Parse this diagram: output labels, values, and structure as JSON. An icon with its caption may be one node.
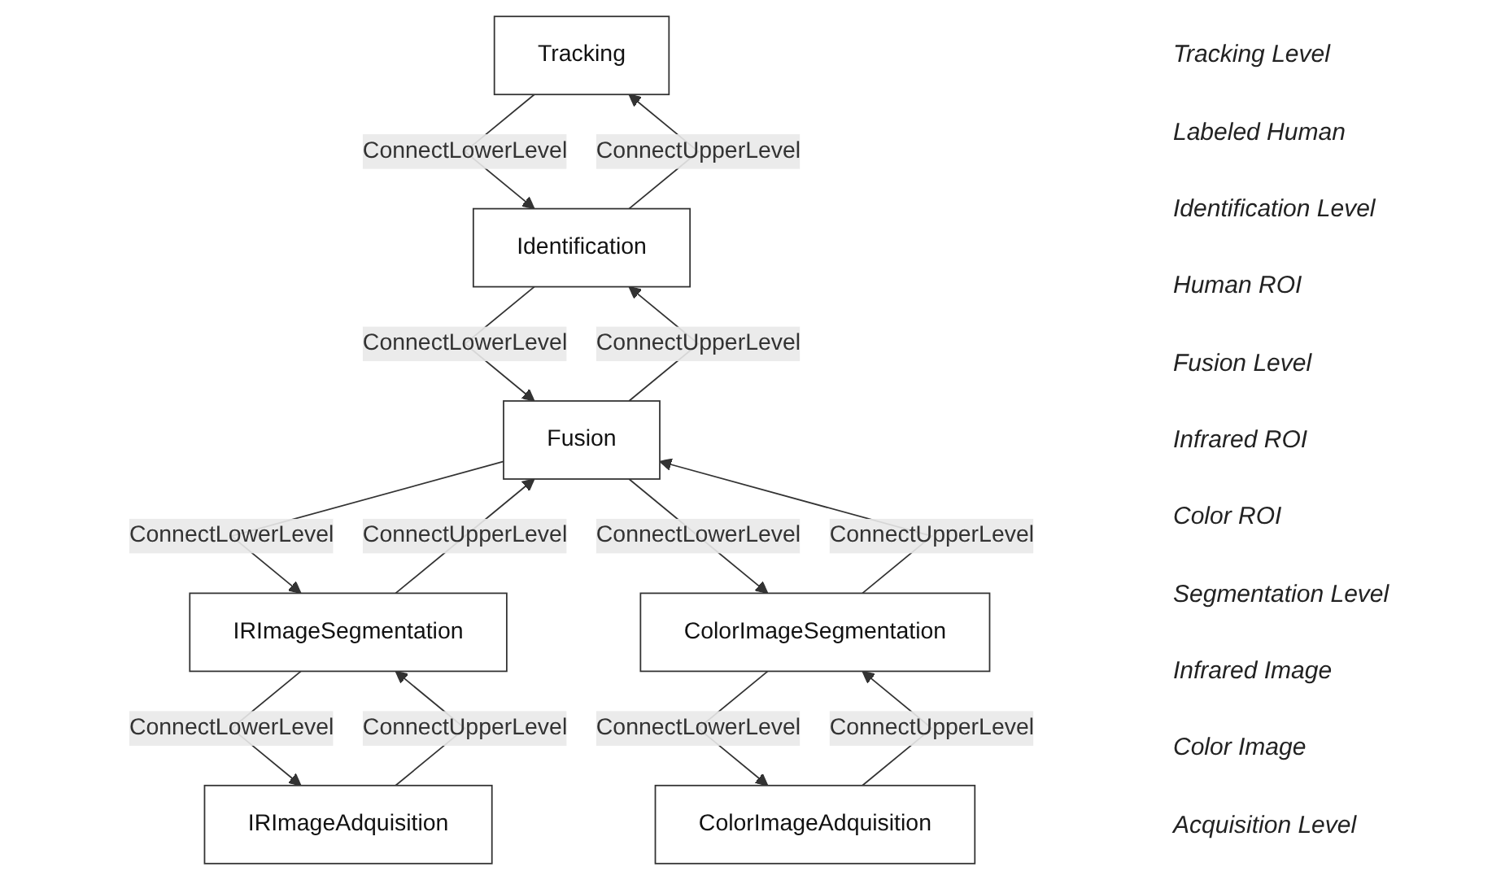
{
  "diagram": {
    "nodes": [
      {
        "text": [
          "Tracking"
        ]
      },
      {
        "text": [
          "Identification"
        ]
      },
      {
        "text": [
          "Fusion"
        ]
      },
      {
        "text": [
          "IRImageSegmentation"
        ]
      },
      {
        "text": [
          "ColorImageSegmentation"
        ]
      },
      {
        "text": [
          "IRImageAdquisition"
        ]
      },
      {
        "text": [
          "ColorImageAdquisition"
        ]
      }
    ],
    "edges": [
      {
        "from": 0,
        "to": 1,
        "arrow": "to",
        "label": "ConnectLowerLevel"
      },
      {
        "from": 1,
        "to": 0,
        "arrow": "to",
        "label": "ConnectUpperLevel"
      },
      {
        "from": 1,
        "to": 2,
        "arrow": "to",
        "label": "ConnectLowerLevel"
      },
      {
        "from": 2,
        "to": 1,
        "arrow": "to",
        "label": "ConnectUpperLevel"
      },
      {
        "from": 3,
        "to": 2,
        "arrow": "to",
        "label": "ConnectUpperLevel"
      },
      {
        "from": 2,
        "to": 3,
        "arrow": "to",
        "label": "ConnectLowerLevel"
      },
      {
        "from": 2,
        "to": 4,
        "arrow": "to",
        "label": "ConnectLowerLevel"
      },
      {
        "from": 4,
        "to": 2,
        "arrow": "to",
        "label": "ConnectUpperLevel"
      },
      {
        "from": 5,
        "to": 3,
        "arrow": "to",
        "label": "ConnectUpperLevel"
      },
      {
        "from": 3,
        "to": 5,
        "arrow": "to",
        "label": "ConnectLowerLevel"
      },
      {
        "from": 4,
        "to": 6,
        "arrow": "to",
        "label": "ConnectLowerLevel"
      },
      {
        "from": 6,
        "to": 4,
        "arrow": "to",
        "label": "ConnectUpperLevel"
      }
    ],
    "labels": [
      "Tracking Level",
      "Labeled Human",
      "Identification Level",
      "Human ROI",
      "Fusion Level",
      "Infrared ROI",
      "Color ROI",
      "Segmentation Level",
      "Infrared Image",
      "Color Image",
      "Acquisition Level"
    ]
  }
}
